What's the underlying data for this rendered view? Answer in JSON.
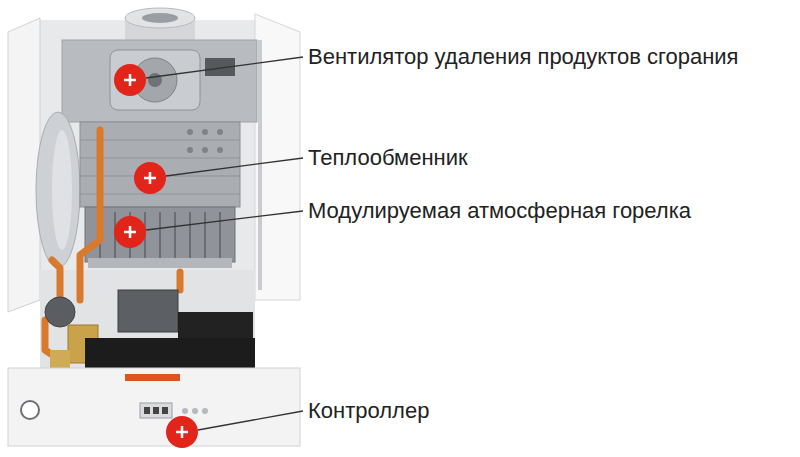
{
  "diagram": {
    "labels": [
      "Вентилятор удаления продуктов сгорания",
      "Теплообменник",
      "Модулируемая атмосферная горелка",
      "Контроллер"
    ]
  }
}
